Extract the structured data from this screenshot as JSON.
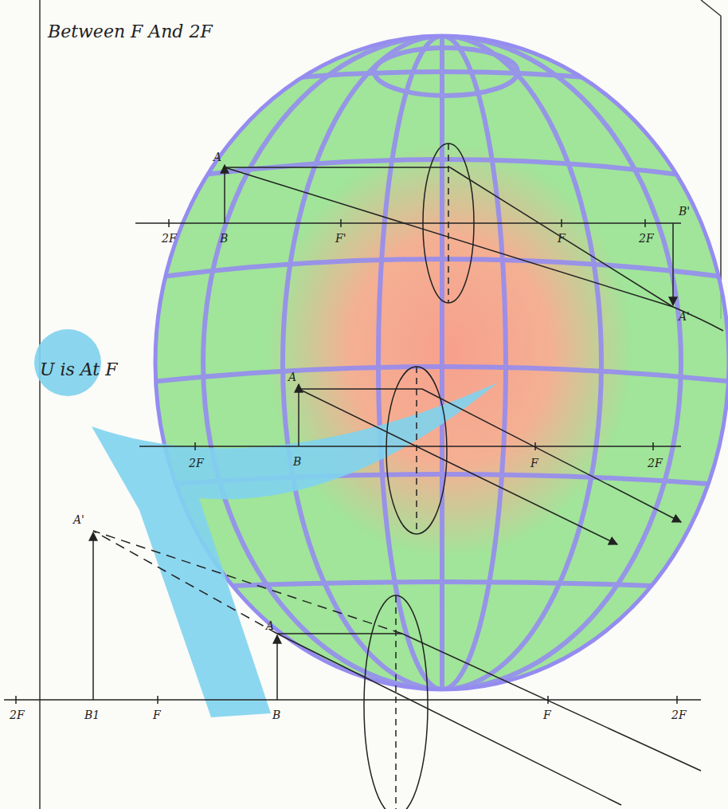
{
  "diagram": {
    "labels": [
      "Between F And 2F",
      "2F",
      "B",
      "F'",
      "F",
      "2F",
      "B'",
      "A'",
      "A",
      "U is At F",
      "A",
      "B",
      "2F",
      "F",
      "2F",
      "A'",
      "A",
      "2F",
      "B1",
      "F",
      "B",
      "F",
      "2F"
    ]
  }
}
